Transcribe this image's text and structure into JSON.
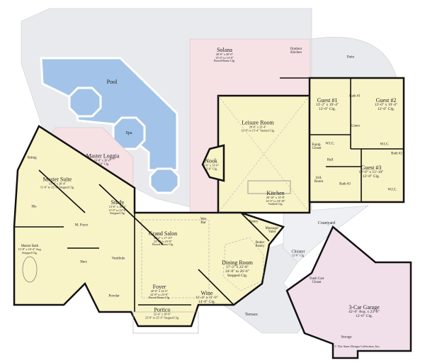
{
  "colors": {
    "interior": "#f9f3c8",
    "covered_outdoor": "#f6e1e5",
    "garage": "#f1e0ea",
    "pool": "#a3c4e8",
    "hardscape": "#e9eaee",
    "wall": "#111111"
  },
  "rooms": {
    "pool": {
      "name": "Pool"
    },
    "spa": {
      "name": "Spa"
    },
    "solana": {
      "name": "Solana",
      "dims": [
        "40'-0\" x 20'-0\"",
        "13'-0\" to 14'-0\"",
        "Boxed Beam Clg."
      ]
    },
    "outdoor_kitchen": {
      "name": "Outdoor Kitchen"
    },
    "patio": {
      "name": "Patio"
    },
    "leisure": {
      "name": "Leisure Room",
      "dims": [
        "28'-0\" x 23'-4\"",
        "12'-0\" to 15'-4\" Vaulted Clg."
      ]
    },
    "nook": {
      "name": "Nook",
      "dims": [
        "9'-0\" x 13'-0\"",
        "12'-0\" Clg."
      ]
    },
    "kitchen": {
      "name": "Kitchen",
      "dims": [
        "20'-10\" x 15'-8\"",
        "12'-0\" to 18'-10\"",
        "Vaulted Clg."
      ]
    },
    "guest1": {
      "name": "Guest #1",
      "dims": [
        "13'-2\" x 19'-4\"",
        "12'-0\" Clg."
      ]
    },
    "guest2": {
      "name": "Guest #2",
      "dims": [
        "13'-0\" x 19'-4\"",
        "12'-0\" Clg."
      ]
    },
    "guest3": {
      "name": "Guest #3",
      "dims": [
        "12'-0\" x 15'-10\"",
        "12'-0\" Clg."
      ]
    },
    "bath1": {
      "name": "Bath #1"
    },
    "bath2": {
      "name": "Bath #2"
    },
    "bath3": {
      "name": "Bath #3"
    },
    "linen": {
      "name": "Linen"
    },
    "equip": {
      "name": "Equip. Closet"
    },
    "wic1": {
      "name": "W.I.C."
    },
    "wic2": {
      "name": "W.I.C."
    },
    "wic3": {
      "name": "W.I.C."
    },
    "hall": {
      "name": "Hall"
    },
    "util": {
      "name": "Util. Room"
    },
    "master_loggia": {
      "name": "Master Loggia",
      "dims": [
        "16'-8\" x 20'-0\"",
        "12'-0\" Clg."
      ]
    },
    "sitting": {
      "name": "Sitting"
    },
    "master_suite": {
      "name": "Master Suite",
      "dims": [
        "15'-4\" x 20'-4\"",
        "11'-0\" to 12'-0\" Stepped Clg."
      ]
    },
    "his": {
      "name": "His"
    },
    "hers": {
      "name": "Hers"
    },
    "master_bath": {
      "name": "Master Bath",
      "dims": [
        "13'-8\" x 16'-4\" Avg.",
        "Stepped Clg."
      ]
    },
    "m_foyer": {
      "name": "M. Foyer"
    },
    "study": {
      "name": "Study",
      "dims": [
        "13'-0\" x 18'-4\"",
        "11'-0\" to 12'-0\"",
        "Stepped Clg."
      ]
    },
    "vestibule": {
      "name": "Vestibule"
    },
    "powder": {
      "name": "Powder"
    },
    "grand_salon": {
      "name": "Grand Salon",
      "dims": [
        "30'-4\" x 17'-10\"",
        "22'-8\" to 23'-8\"",
        "Boxed Beam Clg."
      ]
    },
    "wet_bar": {
      "name": "Wet Bar"
    },
    "foyer": {
      "name": "Foyer",
      "dims": [
        "20'-0\" x 12'-6\"",
        "22'-8\" to 23'-8\"",
        "Boxed Beam Clg."
      ]
    },
    "portico": {
      "name": "Portico",
      "dims": [
        "22'-4\" x 10'-0\"",
        "23'-8\" to 25'-0\" Stepped Clg."
      ]
    },
    "dining": {
      "name": "Dining Room",
      "dims": [
        "17'-2\" x 22'-8\"",
        "24'-0\" to 26'-0\"",
        "Stepped Clg."
      ]
    },
    "wine": {
      "name": "Wine",
      "dims": [
        "11'-4\" x 11'-0\"",
        "14'-0\" Clg."
      ]
    },
    "pantry": {
      "name": "Pantry"
    },
    "butler": {
      "name": "Butler Pantry"
    },
    "massage": {
      "name": "Massage/ Valet"
    },
    "courtyard": {
      "name": "Courtyard"
    },
    "cloister": {
      "name": "Cloister",
      "dims": [
        "12'-0\" Clg."
      ]
    },
    "terrace": {
      "name": "Terrace"
    },
    "trash": {
      "name": "Trash Cart Closet"
    },
    "garage": {
      "name": "3-Car Garage",
      "dims": [
        "42'-0\" Avg. x 23'-8\"",
        "12'-0\" Clg."
      ]
    },
    "storage": {
      "name": "Storage"
    }
  },
  "copyright": "© The Sater Design Collection, Inc."
}
